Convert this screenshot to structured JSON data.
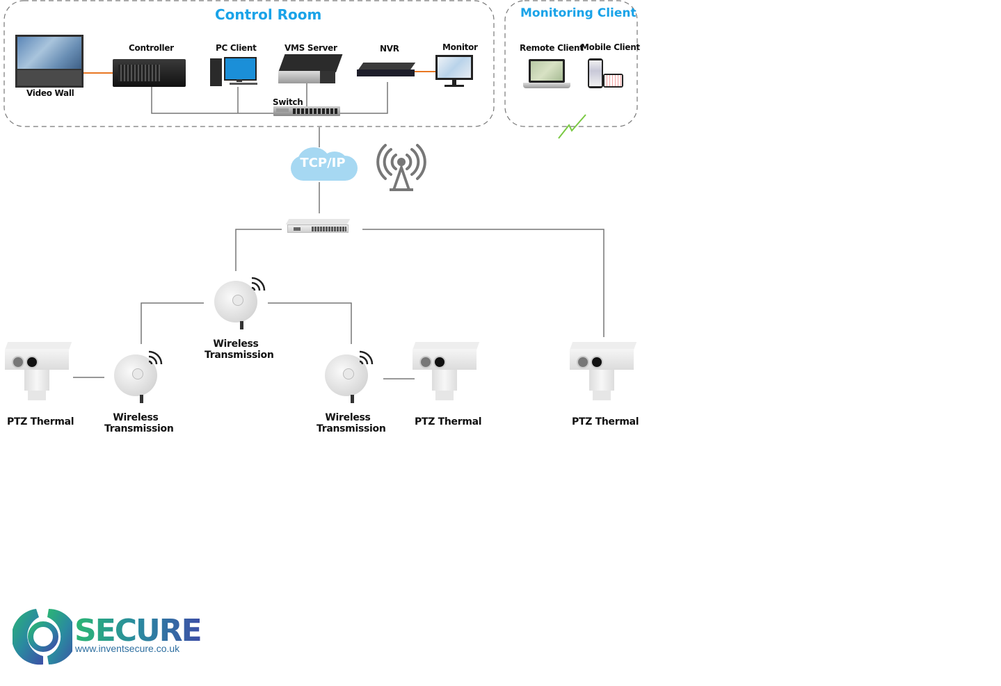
{
  "control_room": {
    "title": "Control Room",
    "devices": {
      "video_wall": "Video Wall",
      "controller": "Controller",
      "pc_client": "PC Client",
      "vms_server": "VMS Server",
      "nvr": "NVR",
      "monitor": "Monitor",
      "switch": "Switch"
    }
  },
  "monitoring_client": {
    "title": "Monitoring Client",
    "remote_client": "Remote Client",
    "mobile_client": "Mobile Client"
  },
  "network": {
    "cloud_label": "TCP/IP"
  },
  "field": {
    "wireless_line1": "Wireless",
    "wireless_line2": "Transmission",
    "ptz_thermal": "PTZ Thermal"
  },
  "logo": {
    "brand": "SECURE",
    "url": "www.inventsecure.co.uk"
  },
  "colors": {
    "title_blue": "#1aa3e8",
    "link_orange": "#e87722",
    "wire_gray": "#6b6b6b",
    "signal_green": "#7ac943"
  }
}
